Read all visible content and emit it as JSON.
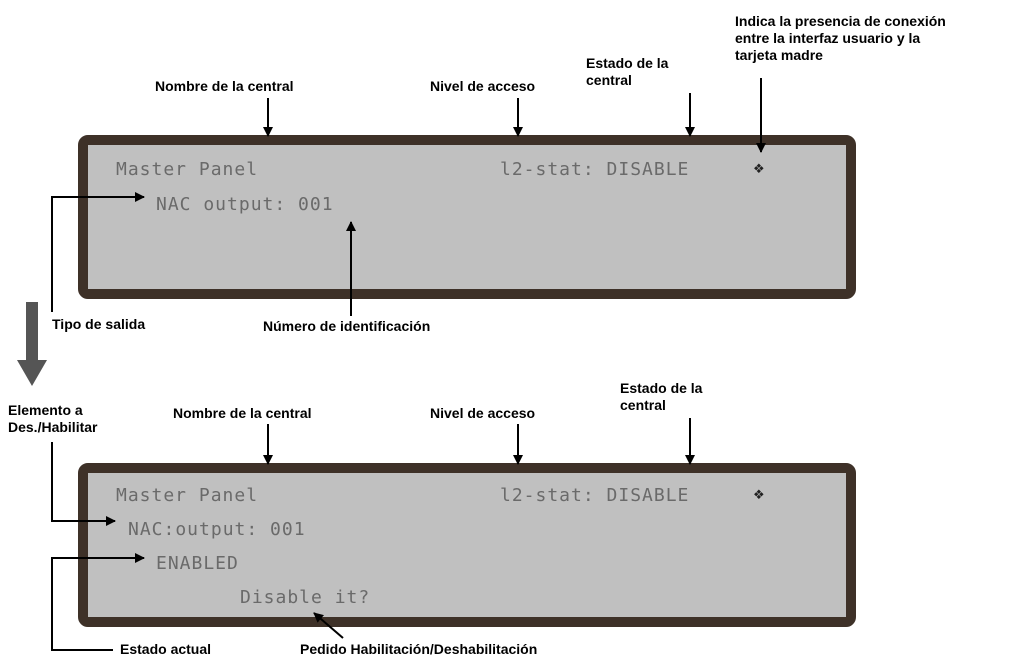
{
  "colors": {
    "lcd_background": "#c0c0c0",
    "lcd_frame": "#3e3128",
    "lcd_text": "#6a6a6a",
    "flow_arrow": "#555555"
  },
  "top": {
    "labels": {
      "panel_name": "Nombre de la central",
      "access_level": "Nivel de acceso",
      "panel_state": "Estado de la\ncentral",
      "connection_presence": "Indica la presencia de conexión\nentre la interfaz usuario y la\ntarjeta madre",
      "output_type": "Tipo de salida",
      "id_number": "Número de identificación"
    },
    "lcd": {
      "line1_name": "Master Panel",
      "line1_status": "l2-stat: DISABLE",
      "line2": "NAC output: 001",
      "connection_icon": "connection-icon"
    }
  },
  "bottom": {
    "labels": {
      "element": "Elemento a\nDes./Habilitar",
      "panel_name": "Nombre de la central",
      "access_level": "Nivel de acceso",
      "panel_state": "Estado de la\ncentral",
      "current_state": "Estado actual",
      "request": "Pedido Habilitación/Deshabilitación"
    },
    "lcd": {
      "line1_name": "Master Panel",
      "line1_status": "l2-stat: DISABLE",
      "line2": "NAC:output: 001",
      "line3": "ENABLED",
      "line4": "Disable it?",
      "connection_icon": "connection-icon"
    }
  }
}
